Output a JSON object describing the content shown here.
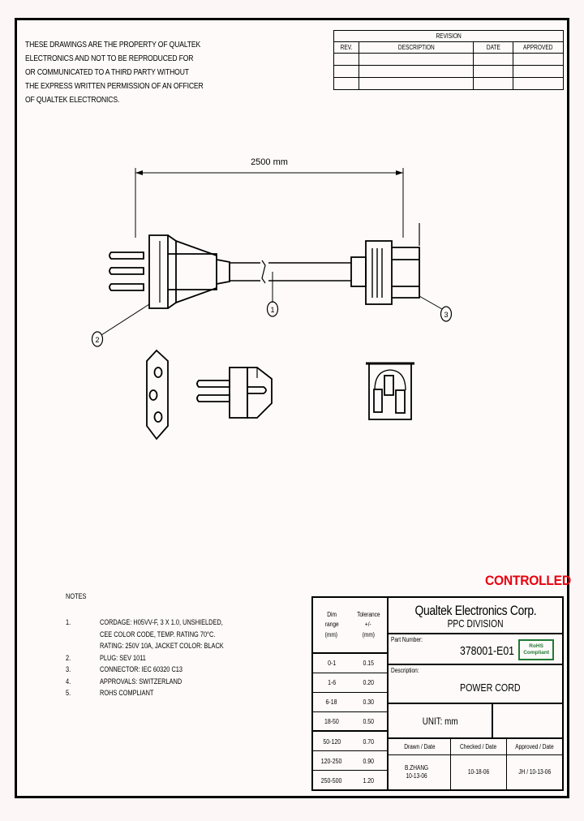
{
  "disclaimer": {
    "lines": [
      "THESE DRAWINGS ARE THE PROPERTY OF QUALTEK",
      "ELECTRONICS AND NOT TO BE REPRODUCED FOR",
      "OR COMMUNICATED TO A THIRD PARTY WITHOUT",
      "THE EXPRESS WRITTEN PERMISSION OF AN OFFICER",
      "OF QUALTEK ELECTRONICS."
    ]
  },
  "revision": {
    "title": "REVISION",
    "columns": [
      "REV.",
      "DESCRIPTION",
      "DATE",
      "APPROVED"
    ],
    "rows": [
      [
        "",
        "",
        "",
        ""
      ],
      [
        "",
        "",
        "",
        ""
      ],
      [
        "",
        "",
        "",
        ""
      ]
    ]
  },
  "drawing": {
    "overall_dimension": "2500 mm",
    "balloons": [
      {
        "id": "1",
        "label": "1"
      },
      {
        "id": "2",
        "label": "2"
      },
      {
        "id": "3",
        "label": "3"
      }
    ]
  },
  "notes": {
    "title": "NOTES",
    "items": [
      {
        "number": "1.",
        "lines": [
          "CORDAGE:  H05VV-F, 3 X 1.0, UNSHIELDED,",
          "CEE COLOR CODE, TEMP. RATING  70°C.",
          "RATING: 250V 10A, JACKET COLOR: BLACK"
        ]
      },
      {
        "number": "2.",
        "lines": [
          "PLUG:  SEV 1011"
        ]
      },
      {
        "number": "3.",
        "lines": [
          "CONNECTOR:  IEC 60320 C13"
        ]
      },
      {
        "number": "4.",
        "lines": [
          "APPROVALS:  SWITZERLAND"
        ]
      },
      {
        "number": "5.",
        "lines": [
          "ROHS COMPLIANT"
        ]
      }
    ]
  },
  "stamp": {
    "text": "CONTROLLED",
    "color": "#e8000d"
  },
  "title_block": {
    "tolerance_table": {
      "header": {
        "dim_lines": [
          "Dim",
          "range",
          "(mm)"
        ],
        "tol_lines": [
          "Tolerance",
          "+/-",
          "(mm)"
        ]
      },
      "rows": [
        {
          "range": "0-1",
          "tolerance": "0.15"
        },
        {
          "range": "1-6",
          "tolerance": "0.20"
        },
        {
          "range": "6-18",
          "tolerance": "0.30"
        },
        {
          "range": "18-50",
          "tolerance": "0.50"
        },
        {
          "range": "50-120",
          "tolerance": "0.70"
        },
        {
          "range": "120-250",
          "tolerance": "0.90"
        },
        {
          "range": "250-500",
          "tolerance": "1.20"
        }
      ]
    },
    "company_name": "Qualtek Electronics Corp.",
    "division": "PPC DIVISION",
    "part_number_label": "Part Number:",
    "part_number": "378001-E01",
    "rohs_line1": "RoHS",
    "rohs_line2": "Compliant",
    "rohs_color": "#1f7a33",
    "description_label": "Description:",
    "description": "POWER CORD",
    "unit": "UNIT: mm",
    "sign_headers": [
      "Drawn / Date",
      "Checked / Date",
      "Approved / Date"
    ],
    "drawn_by": "B.ZHANG",
    "drawn_date": "10-13-06",
    "checked": "10-18-06",
    "approved": "JH / 10-13-06"
  }
}
